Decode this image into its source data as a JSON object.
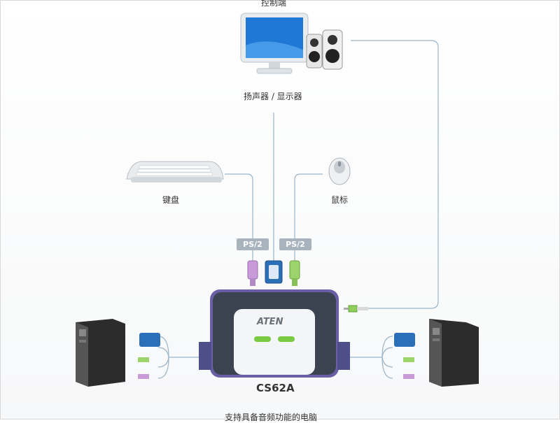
{
  "labels": {
    "console": "控制端",
    "speakers_monitor": "扬声器 / 显示器",
    "keyboard": "键盘",
    "mouse": "鼠标",
    "ps2_left": "PS/2",
    "ps2_right": "PS/2",
    "brand": "ATEN",
    "model": "CS62A",
    "caption": "支持具备音频功能的电脑"
  },
  "colors": {
    "cable": "#9ab4c8",
    "switch_body": "#3b4350",
    "switch_frame": "#6a5fa6",
    "led": "#7ac943",
    "vga_blue": "#2a6fb8",
    "ps2_purple": "#c89ad8",
    "ps2_green": "#9bd46a"
  },
  "icons": [
    "monitor-icon",
    "speaker-icon",
    "keyboard-icon",
    "mouse-icon",
    "kvm-switch-icon",
    "pc-tower-icon",
    "vga-connector-icon",
    "ps2-connector-icon",
    "audio-jack-icon"
  ]
}
